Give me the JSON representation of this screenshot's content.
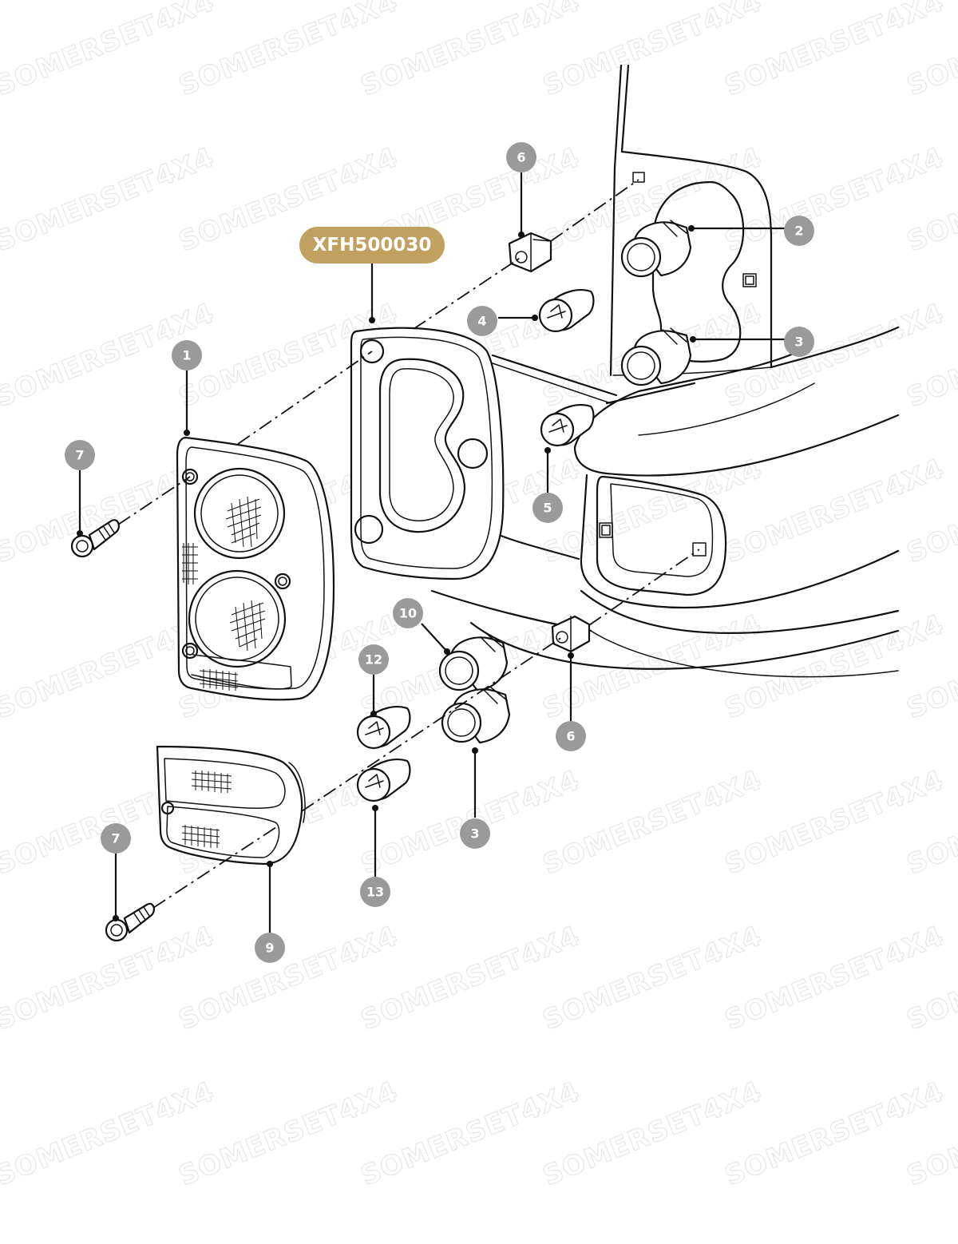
{
  "watermark": "SOMERSET4X4",
  "part_number": "XFH500030",
  "callouts": [
    "1",
    "2",
    "3",
    "4",
    "5",
    "6",
    "7",
    "9",
    "10",
    "12",
    "13"
  ],
  "colors": {
    "badge": "#9a9a9a",
    "part_number_badge": "#c1a160",
    "line": "#111111",
    "watermark": "#e6e6e6"
  }
}
